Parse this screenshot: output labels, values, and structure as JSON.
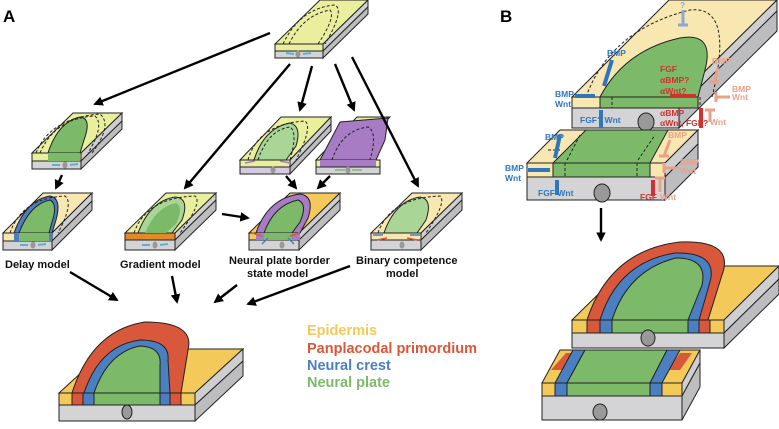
{
  "panels": {
    "a": {
      "letter": "A"
    },
    "b": {
      "letter": "B"
    }
  },
  "models": {
    "delay": "Delay  model",
    "gradient": "Gradient model",
    "border_state_line1": "Neural plate border",
    "border_state_line2": "state model",
    "binary_line1": "Binary competence",
    "binary_line2": "model"
  },
  "legend": {
    "items": [
      {
        "label": "Epidermis",
        "color": "#f3c95a"
      },
      {
        "label": "Panplacodal primordium",
        "color": "#d9573a"
      },
      {
        "label": "Neural crest",
        "color": "#4a7fc1"
      },
      {
        "label": "Neural plate",
        "color": "#7cba6a"
      }
    ]
  },
  "signals": {
    "top": {
      "bmp_top": "BMP",
      "bmp_left_1": "BMP",
      "bmp_left_2": "Wnt",
      "fgf_wnt": "FGF?  Wnt",
      "fgf_mid_1": "FGF",
      "fgf_mid_2": "αBMP?",
      "fgf_mid_3": "αWnt?",
      "alpha_1": "αBMP",
      "alpha_2": "αWnt, FGF?",
      "faded_bmp": "BMP",
      "faded_bmp_wnt_1": "BMP",
      "faded_bmp_wnt_2": "Wnt",
      "faded_wnt": "Wnt",
      "question": "?"
    },
    "bottom": {
      "bmp_top": "BMP",
      "bmp_left_1": "BMP",
      "bmp_left_2": "Wnt",
      "fgf_wnt": "FGF  Wnt",
      "fgf_red": "FGF",
      "faded_wnt": "Wnt",
      "faded_bmp": "BMP",
      "faded_bmp_wnt_1": "BMP",
      "faded_bmp_wnt_2": "Wnt"
    }
  },
  "colors": {
    "epidermis": "#f3c95a",
    "epidermis_pale": "#f8e7b0",
    "early_yellow": "#e9ef9c",
    "panplacodal": "#d9573a",
    "neural_crest": "#4a7fc1",
    "neural_plate": "#7cba6a",
    "neural_plate_light": "#a9d596",
    "border_purple": "#a77cc4",
    "mesoderm_gray": "#d4d4d6",
    "side_gray": "#cfcfd2",
    "signal_blue": "#2f76bd",
    "signal_red": "#d3312d",
    "signal_faded": "#e8a28a",
    "gradient_orange": "#e38a28"
  }
}
